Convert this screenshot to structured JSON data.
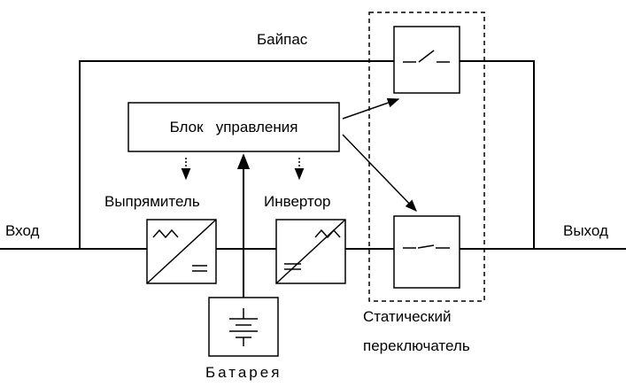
{
  "labels": {
    "bypass": "Байпас",
    "control_unit": "Блок   управления",
    "rectifier": "Выпрямитель",
    "inverter": "Инвертор",
    "input": "Вход",
    "output": "Выход",
    "static_switch_line1": "Статический",
    "static_switch_line2": "переключатель",
    "battery": "Батарея"
  },
  "colors": {
    "line": "#000000",
    "background": "#ffffff"
  }
}
